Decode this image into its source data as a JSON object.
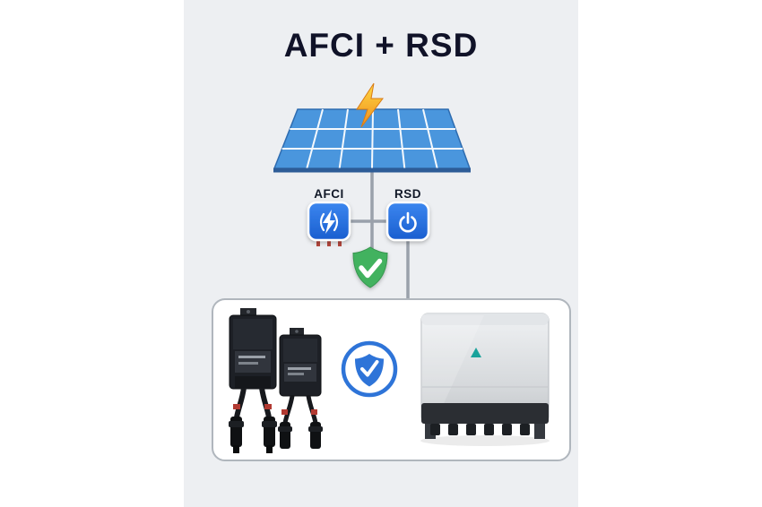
{
  "title": "AFCI + RSD",
  "devices": {
    "afci_label": "AFCI",
    "rsd_label": "RSD"
  },
  "icons": {
    "bolt": "lightning-bolt-icon",
    "arc_fault": "arc-fault-icon",
    "power": "power-icon",
    "green_shield": "shield-check-icon",
    "blue_badge": "shield-badge-icon"
  },
  "colors": {
    "page_bg": "#ffffff",
    "panel_bg": "#edeff2",
    "title": "#101228",
    "solar_blue": "#4a96dd",
    "solar_border": "#2e6cb0",
    "line_gray": "#9aa1ab",
    "shield_green": "#43b25e",
    "badge_blue": "#2e74d8",
    "equipment_box_border": "#b0b6bd"
  }
}
